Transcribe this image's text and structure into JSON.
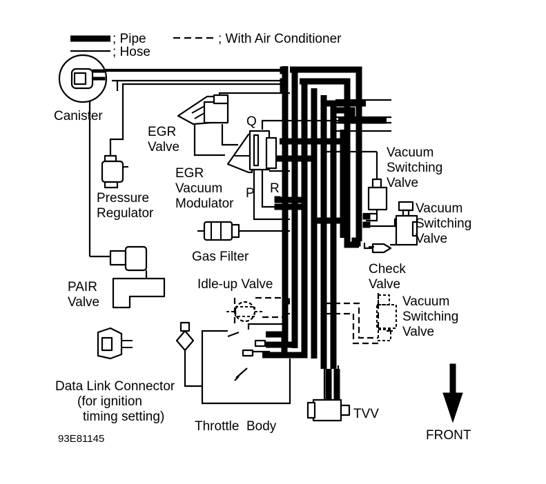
{
  "legend": {
    "pipe_label": "; Pipe",
    "hose_label": "; Hose",
    "ac_label": "; With Air Conditioner"
  },
  "labels": {
    "canister": "Canister",
    "egr_valve_1": "EGR",
    "egr_valve_2": "Valve",
    "q": "Q",
    "egr_mod_1": "EGR",
    "egr_mod_2": "Vacuum",
    "egr_mod_3": "Modulator",
    "p": "P",
    "r": "R",
    "pressure_reg_1": "Pressure",
    "pressure_reg_2": "Regulator",
    "gas_filter": "Gas Filter",
    "vsv1_1": "Vacuum",
    "vsv1_2": "Switching",
    "vsv1_3": "Valve",
    "vsv2_1": "Vacuum",
    "vsv2_2": "Switching",
    "vsv2_3": "Valve",
    "check_valve_1": "Check",
    "check_valve_2": "Valve",
    "pair_valve_1": "PAIR",
    "pair_valve_2": "Valve",
    "idle_up": "Idle-up Valve",
    "vsv3_1": "Vacuum",
    "vsv3_2": "Switching",
    "vsv3_3": "Valve",
    "dlc_1": "Data Link Connector",
    "dlc_2": "(for ignition",
    "dlc_3": "timing setting)",
    "throttle_body": "Throttle  Body",
    "tvv": "TVV",
    "front": "FRONT",
    "figure_code": "93E81145"
  },
  "colors": {
    "ink": "#000000",
    "paper": "#ffffff"
  }
}
